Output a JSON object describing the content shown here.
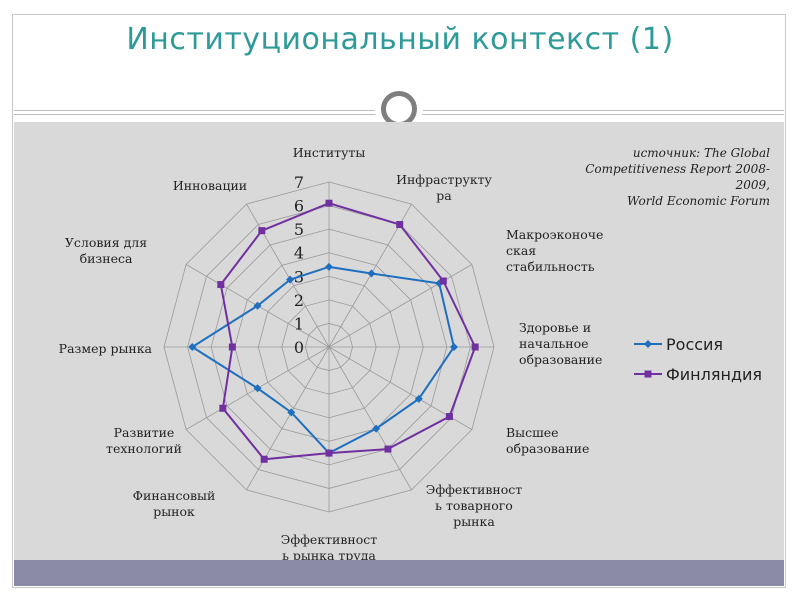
{
  "slide": {
    "title": "Институциональный контекст (1)",
    "source_lines": [
      "источник: The Global",
      "Competitiveness Report 2008-",
      "2009,",
      "World Economic Forum"
    ]
  },
  "colors": {
    "title": "#2e9a9a",
    "russia": "#1f6fbf",
    "finland": "#7030a0",
    "grid": "#9a9a9a",
    "panel": "#d9d9d9",
    "band": "#8b8aa6"
  },
  "chart_data": {
    "type": "radar",
    "title": "",
    "categories": [
      [
        "Институты"
      ],
      [
        "Инфраструкту",
        "ра"
      ],
      [
        "Макроэконоче",
        "ская",
        "стабильность"
      ],
      [
        "Здоровье и",
        "начальное",
        "образование"
      ],
      [
        "Высшее",
        "образование"
      ],
      [
        "Эффективност",
        "ь товарного",
        "рынка"
      ],
      [
        "Эффективност",
        "ь рынка труда"
      ],
      [
        "Финансовый",
        "рынок"
      ],
      [
        "Развитие",
        "технологий"
      ],
      [
        "Размер рынка"
      ],
      [
        "Условия для",
        "бизнеса"
      ],
      [
        "Инновации"
      ]
    ],
    "axis": {
      "min": 0,
      "max": 7,
      "ticks": [
        0,
        1,
        2,
        3,
        4,
        5,
        6,
        7
      ]
    },
    "series": [
      {
        "name": "Россия",
        "color": "#1f6fbf",
        "marker": "diamond",
        "values": [
          3.4,
          3.6,
          5.4,
          5.3,
          4.4,
          4.0,
          4.5,
          3.2,
          3.5,
          5.8,
          3.5,
          3.3
        ]
      },
      {
        "name": "Финляндия",
        "color": "#7030a0",
        "marker": "square",
        "values": [
          6.1,
          6.0,
          5.6,
          6.2,
          5.9,
          5.0,
          4.5,
          5.5,
          5.2,
          4.1,
          5.3,
          5.7
        ]
      }
    ],
    "legend": "right",
    "grid": true
  }
}
